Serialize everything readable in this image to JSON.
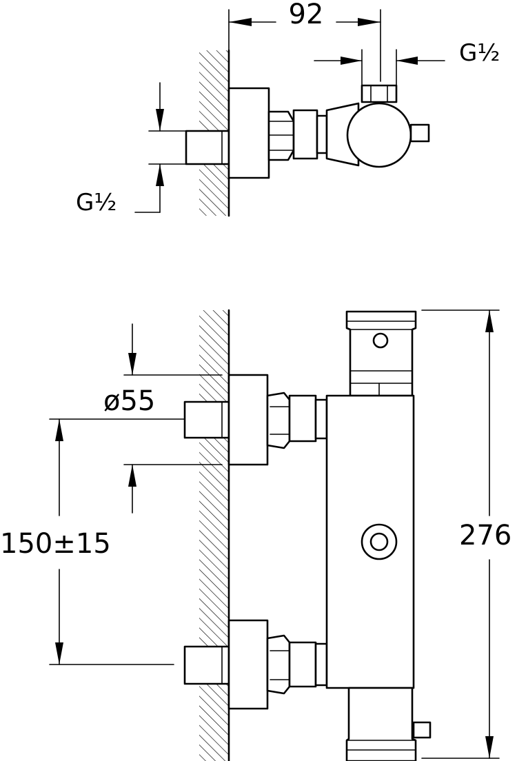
{
  "dimensions": {
    "depth": "92",
    "top_outlet_thread": "G½",
    "wall_inlet_thread": "G½",
    "escutcheon_diameter": "ø55",
    "inlet_spacing": "150±15",
    "body_height": "276"
  },
  "colors": {
    "line": "#000000",
    "background": "#ffffff"
  }
}
